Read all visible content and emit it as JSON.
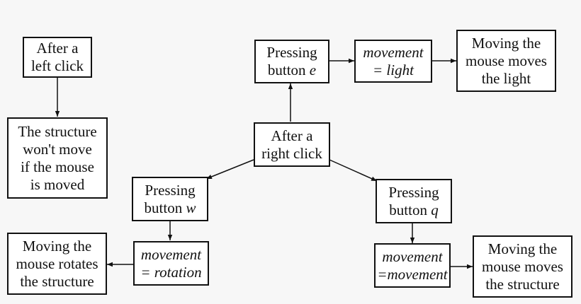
{
  "diagram": {
    "colors": {
      "stroke": "#111111",
      "box_fill": "#ffffff",
      "background": "#f7f7f7"
    },
    "nodes": {
      "left_click": {
        "line1": "After a",
        "line2": "left click"
      },
      "structure_static": {
        "line1": "The structure",
        "line2": "won't move",
        "line3": "if the mouse",
        "line4": "is moved"
      },
      "right_click": {
        "line1": "After a",
        "line2": "right click"
      },
      "press_e": {
        "line1": "Pressing",
        "line2_pre": "button ",
        "key": "e"
      },
      "move_light": {
        "line1": "movement",
        "line2": "= light"
      },
      "light_result": {
        "line1": "Moving the",
        "line2": "mouse moves",
        "line3": "the light"
      },
      "press_w": {
        "line1": "Pressing",
        "line2_pre": "button ",
        "key": "w"
      },
      "move_rotation": {
        "line1": "movement",
        "line2": "= rotation"
      },
      "rotate_result": {
        "line1": "Moving the",
        "line2": "mouse rotates",
        "line3": "the structure"
      },
      "press_q": {
        "line1": "Pressing",
        "line2_pre": "button ",
        "key": "q"
      },
      "move_movement": {
        "line1": "movement",
        "line2": "=movement"
      },
      "move_result": {
        "line1": "Moving the",
        "line2": "mouse moves",
        "line3": "the structure"
      }
    }
  }
}
